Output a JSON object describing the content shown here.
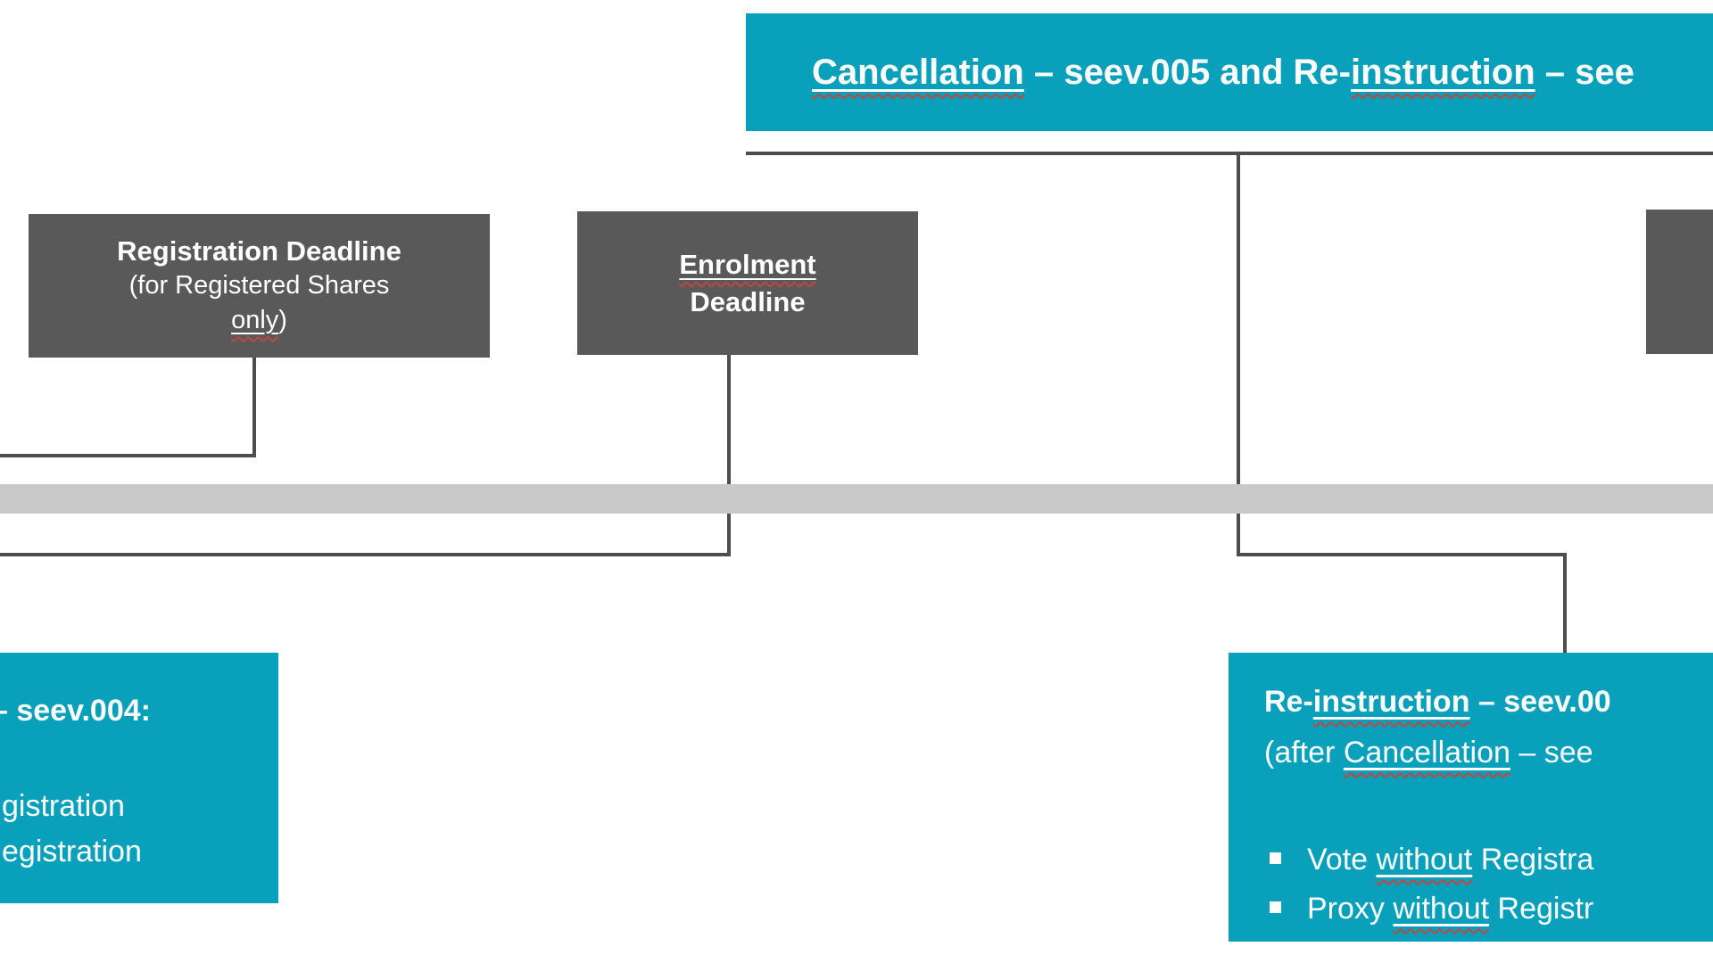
{
  "colors": {
    "teal": "#09a0bc",
    "dark_box_gray": "#595959",
    "connector_line": "#4d4d4d",
    "timeline_bar": "#c9c9c9",
    "spellcheck_red": "#c0473e",
    "text": "#ffffff"
  },
  "banner": {
    "w1": "Cancellation",
    "mid": " – seev.005 and Re-",
    "w2": "instruction",
    "post": " – see"
  },
  "boxes": {
    "registration": {
      "title": "Registration Deadline",
      "sub_line1": "(for Registered Shares",
      "sub_line2_word": "only",
      "sub_line2_tail": ")"
    },
    "enrolment": {
      "word": "Enrolment",
      "line2": "Deadline"
    }
  },
  "callouts": {
    "left": {
      "line1": "– seev.004:",
      "line2": "gistration",
      "line3": "egistration"
    },
    "right": {
      "t1a": "Re-",
      "t1b": "instruction",
      "t1c": " – seev.00",
      "t2a": "(after ",
      "t2b": "Cancellation",
      "t2c": " – see",
      "b1a": "Vote ",
      "b1b": "without",
      "b1c": " Registra",
      "b2a": "Proxy ",
      "b2b": "without",
      "b2c": " Registr"
    }
  }
}
